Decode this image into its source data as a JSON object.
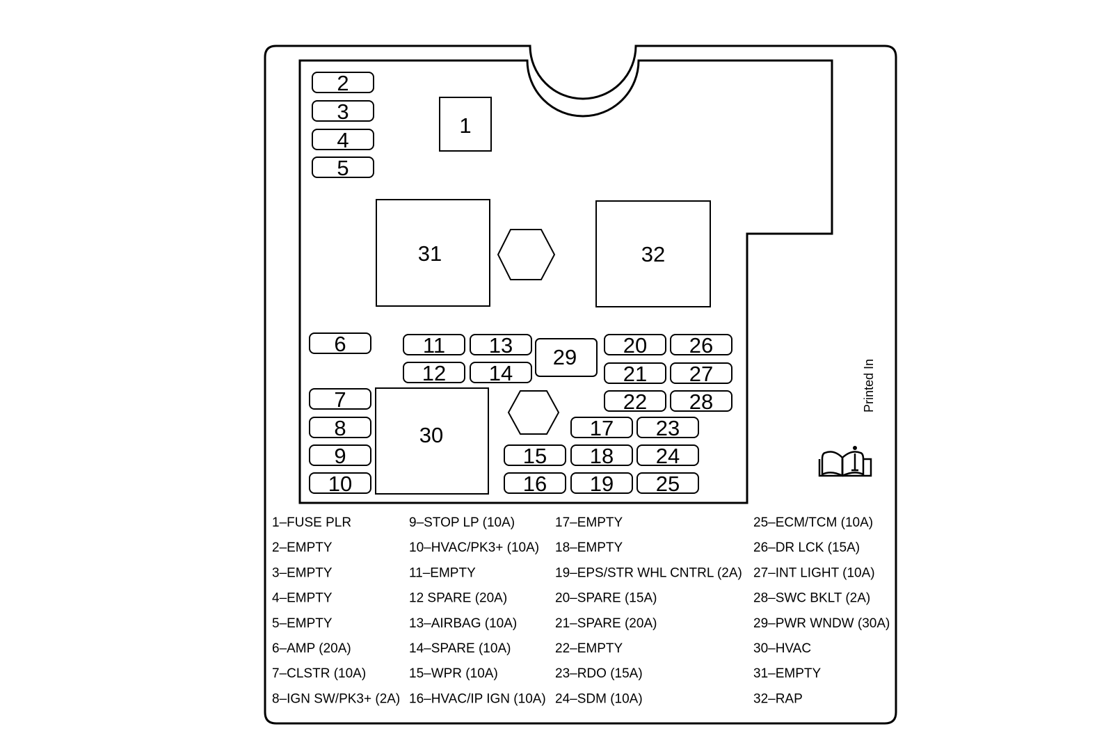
{
  "diagram": {
    "printed_in": "Printed In",
    "manual_icon": "owner-manual-info-icon",
    "fuses": {
      "f1": "1",
      "f2": "2",
      "f3": "3",
      "f4": "4",
      "f5": "5",
      "f6": "6",
      "f7": "7",
      "f8": "8",
      "f9": "9",
      "f10": "10",
      "f11": "11",
      "f12": "12",
      "f13": "13",
      "f14": "14",
      "f15": "15",
      "f16": "16",
      "f17": "17",
      "f18": "18",
      "f19": "19",
      "f20": "20",
      "f21": "21",
      "f22": "22",
      "f23": "23",
      "f24": "24",
      "f25": "25",
      "f26": "26",
      "f27": "27",
      "f28": "28",
      "f29": "29",
      "f30": "30",
      "f31": "31",
      "f32": "32"
    },
    "legend": {
      "col1": [
        "1–FUSE PLR",
        "2–EMPTY",
        "3–EMPTY",
        "4–EMPTY",
        "5–EMPTY",
        "6–AMP (20A)",
        "7–CLSTR (10A)",
        "8–IGN SW/PK3+ (2A)"
      ],
      "col2": [
        "9–STOP LP (10A)",
        "10–HVAC/PK3+ (10A)",
        "11–EMPTY",
        "12 SPARE (20A)",
        "13–AIRBAG (10A)",
        "14–SPARE (10A)",
        "15–WPR (10A)",
        "16–HVAC/IP IGN (10A)"
      ],
      "col3": [
        "17–EMPTY",
        "18–EMPTY",
        "19–EPS/STR WHL CNTRL (2A)",
        "20–SPARE (15A)",
        "21–SPARE (20A)",
        "22–EMPTY",
        "23–RDO (15A)",
        "24–SDM (10A)"
      ],
      "col4": [
        "25–ECM/TCM (10A)",
        "26–DR LCK (15A)",
        "27–INT LIGHT (10A)",
        "28–SWC BKLT (2A)",
        "29–PWR WNDW (30A)",
        "30–HVAC",
        "31–EMPTY",
        "32–RAP"
      ]
    }
  }
}
